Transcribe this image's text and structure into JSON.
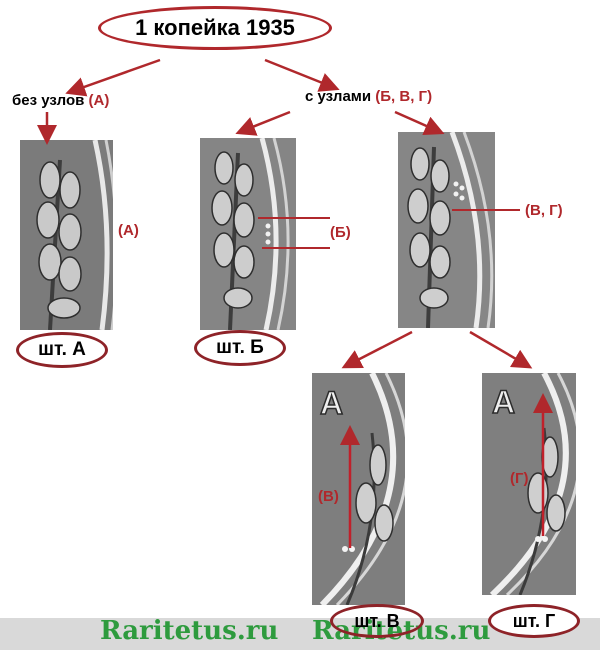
{
  "title": "1 копейка 1935",
  "branches": {
    "left_label": "без узлов",
    "left_code": "(А)",
    "right_label": "с узлами",
    "right_code": "(Б, В, Г)"
  },
  "photo_labels": {
    "a": "(А)",
    "b": "(Б)",
    "vg": "(В, Г)",
    "v": "(В)",
    "g": "(Г)"
  },
  "dies": {
    "a": "шт. А",
    "b": "шт. Б",
    "v": "шт. В",
    "g": "шт. Г"
  },
  "coin_letter": "А",
  "watermark": [
    "Raritetus.ru",
    "Raritetus.ru"
  ],
  "colors": {
    "accent": "#b0282c",
    "watermark": "#2e9b3e",
    "footer": "#d9d9d9"
  }
}
